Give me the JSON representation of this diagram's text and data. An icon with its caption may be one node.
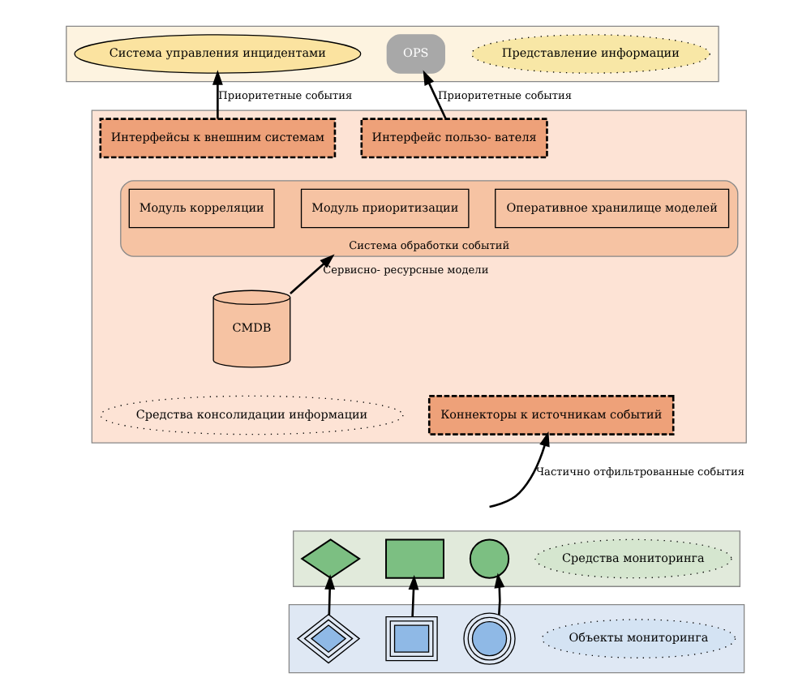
{
  "diagram": {
    "nodes": [
      {
        "text": [],
        "shape": "band"
      },
      {
        "text": [
          "OPS"
        ],
        "in": 0
      },
      {
        "text": [
          "Система управления инцидентами"
        ],
        "in": 0
      },
      {
        "text": [
          "Представление информации"
        ],
        "in": 0
      },
      {
        "text": [],
        "shape": "band"
      },
      {
        "text": [
          "Система обработки событий"
        ],
        "in": 4
      },
      {
        "text": [
          "Интерфейс пользо- вателя"
        ],
        "in": 4
      },
      {
        "text": [
          "Интерфейсы к внешним системам"
        ],
        "in": 4
      },
      {
        "text": [
          "Модуль корреляции"
        ],
        "in": 5
      },
      {
        "text": [
          "Модуль приоритизации"
        ],
        "in": 5
      },
      {
        "text": [
          "Оперативное хранилище моделей"
        ],
        "in": 5
      },
      {
        "text": [
          "Коннекторы к источникам событий"
        ],
        "in": 4
      },
      {
        "text": [
          "CMDB"
        ],
        "in": 4
      },
      {
        "text": [
          "Средства консолидации информации"
        ],
        "in": 4
      },
      {
        "text": [],
        "shape": "band"
      },
      {
        "text": [],
        "shape": "circle",
        "in": 14
      },
      {
        "text": [],
        "shape": "box",
        "in": 14
      },
      {
        "text": [],
        "shape": "diamond",
        "in": 14
      },
      {
        "text": [
          "Средства мониторинга"
        ],
        "in": 14
      },
      {
        "text": [],
        "shape": "band"
      },
      {
        "text": [],
        "shape": "circle",
        "in": 19
      },
      {
        "text": [],
        "shape": "box",
        "in": 19
      },
      {
        "text": [],
        "shape": "diamond",
        "in": 19
      },
      {
        "text": [
          "Объекты мониторинга"
        ],
        "in": 19
      }
    ],
    "edges": [
      {
        "from": 6,
        "to": 1,
        "arrow": "to",
        "label": "Приоритетные события"
      },
      {
        "from": 7,
        "to": 2,
        "arrow": "to",
        "label": "Приоритетные события"
      },
      {
        "from": 12,
        "to": 5,
        "arrow": "to",
        "label": "Сервисно- ресурсные модели"
      },
      {
        "from": null,
        "to": 11,
        "arrow": "to",
        "label": "Частично отфильтрованные события"
      },
      {
        "from": 20,
        "to": 15,
        "arrow": "to"
      },
      {
        "from": 21,
        "to": 16,
        "arrow": "to"
      },
      {
        "from": 22,
        "to": 17,
        "arrow": "to"
      }
    ]
  }
}
